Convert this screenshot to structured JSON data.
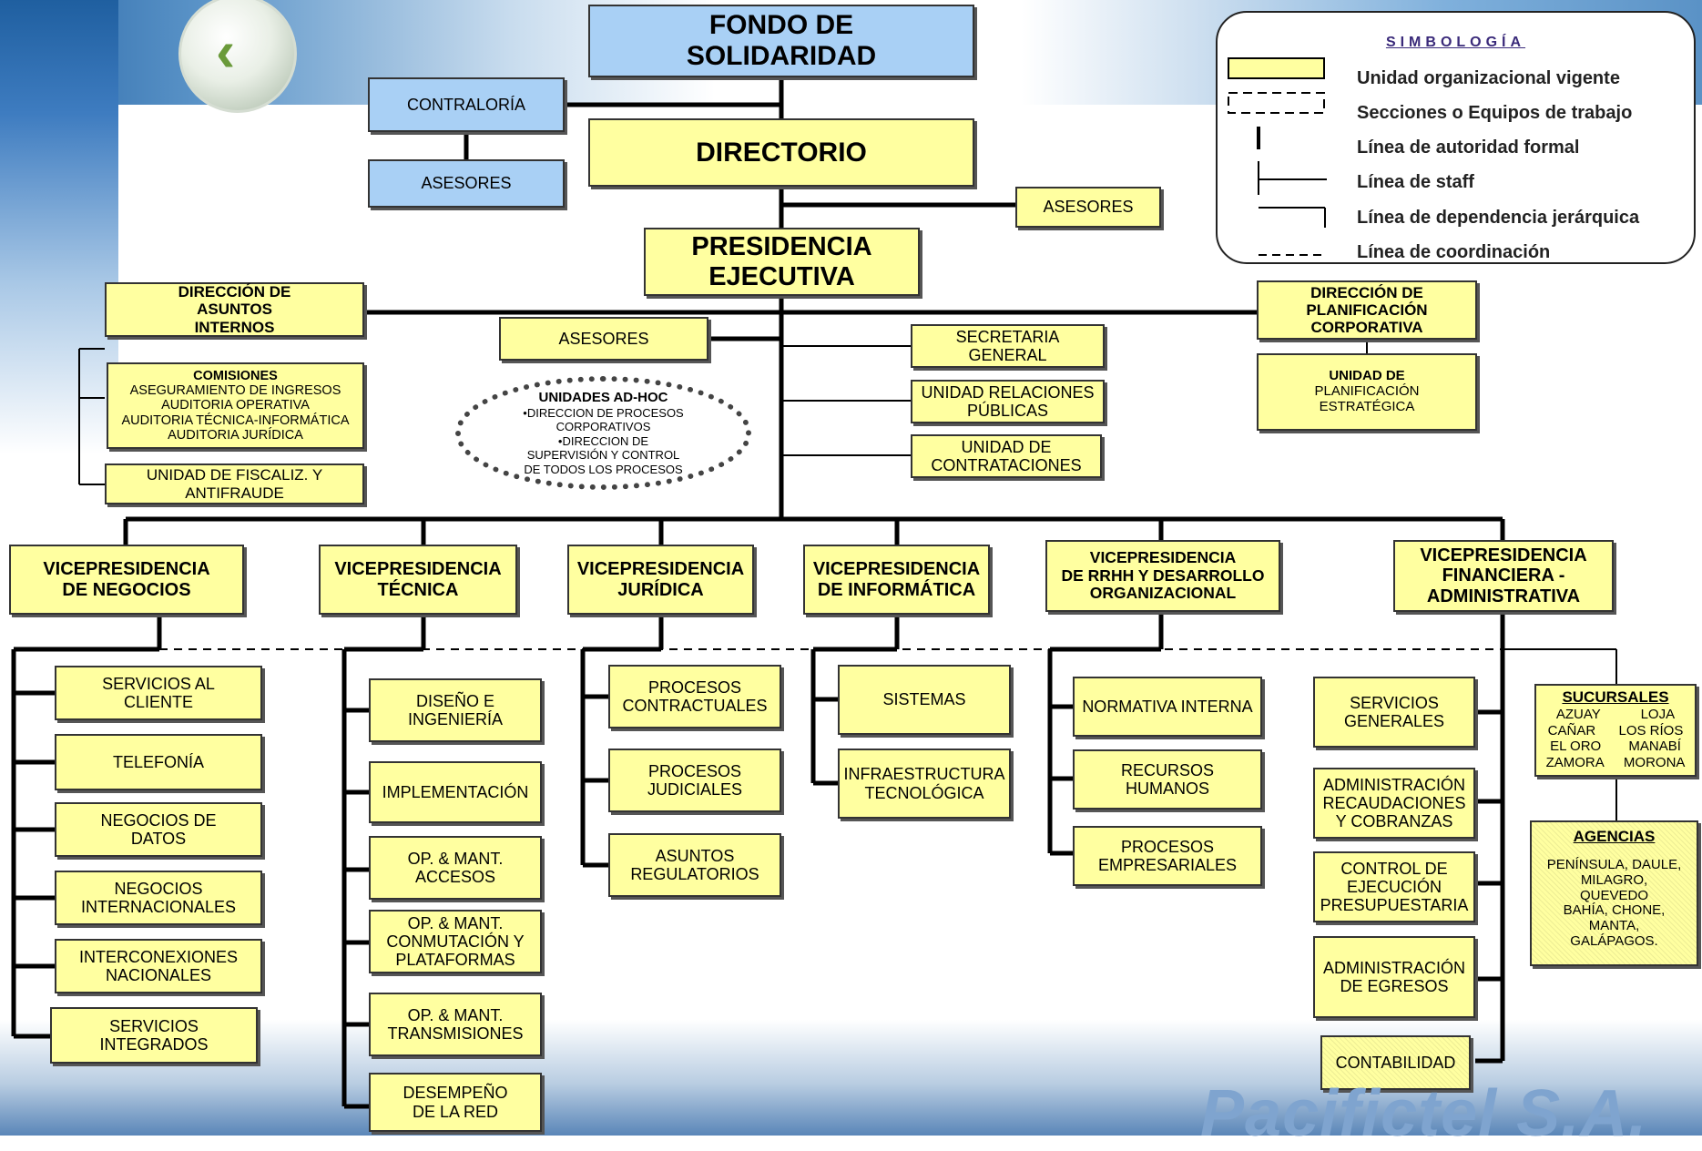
{
  "nav": {
    "back_icon": "back-arrow-icon"
  },
  "legend": {
    "title": "SIMBOLOGÍA",
    "items": [
      "Unidad organizacional vigente",
      "Secciones o Equipos de trabajo",
      "Línea de autoridad formal",
      "Línea de staff",
      "Línea de dependencia jerárquica",
      "Línea de coordinación"
    ]
  },
  "top": {
    "fondo": [
      "FONDO DE",
      "SOLIDARIDAD"
    ],
    "contraloria": "CONTRALORÍA",
    "asesores_left": "ASESORES",
    "directorio": "DIRECTORIO",
    "asesores_right": "ASESORES",
    "presidencia": [
      "PRESIDENCIA",
      "EJECUTIVA"
    ],
    "asesores_center": "ASESORES"
  },
  "dai": {
    "title": [
      "DIRECCIÓN DE",
      "ASUNTOS",
      "INTERNOS"
    ],
    "comisiones_title": "COMISIONES",
    "comisiones": [
      "ASEGURAMIENTO DE INGRESOS",
      "AUDITORIA OPERATIVA",
      "AUDITORIA TÉCNICA-INFORMÁTICA",
      "AUDITORIA JURÍDICA"
    ],
    "fiscaliz": [
      "UNIDAD DE FISCALIZ.  Y",
      "ANTIFRAUDE"
    ]
  },
  "adhoc": {
    "title": "UNIDADES AD-HOC",
    "lines": [
      "•DIRECCION DE PROCESOS",
      "CORPORATIVOS",
      "•DIRECCION DE",
      "SUPERVISIÓN Y CONTROL",
      "DE TODOS LOS PROCESOS"
    ]
  },
  "staff_right": [
    [
      "SECRETARIA",
      "GENERAL"
    ],
    [
      "UNIDAD RELACIONES",
      "PÚBLICAS"
    ],
    [
      "UNIDAD DE",
      "CONTRATACIONES"
    ]
  ],
  "planif": {
    "title": [
      "DIRECCIÓN DE",
      "PLANIFICACIÓN",
      "CORPORATIVA"
    ],
    "unit_title": "UNIDAD DE",
    "unit_lines": [
      "PLANIFICACIÓN",
      "ESTRATÉGICA"
    ]
  },
  "vps": [
    {
      "lines": [
        "VICEPRESIDENCIA",
        "DE NEGOCIOS"
      ],
      "children": [
        [
          "SERVICIOS AL",
          "CLIENTE"
        ],
        [
          "TELEFONÍA"
        ],
        [
          "NEGOCIOS DE",
          "DATOS"
        ],
        [
          "NEGOCIOS",
          "INTERNACIONALES"
        ],
        [
          "INTERCONEXIONES",
          "NACIONALES"
        ],
        [
          "SERVICIOS",
          "INTEGRADOS"
        ]
      ]
    },
    {
      "lines": [
        "VICEPRESIDENCIA",
        "TÉCNICA"
      ],
      "children": [
        [
          "DISEÑO E",
          "INGENIERÍA"
        ],
        [
          "IMPLEMENTACIÓN"
        ],
        [
          "OP. & MANT.",
          "ACCESOS"
        ],
        [
          "OP. & MANT.",
          "CONMUTACIÓN Y",
          "PLATAFORMAS"
        ],
        [
          "OP. & MANT.",
          "TRANSMISIONES"
        ],
        [
          "DESEMPEÑO",
          "DE LA RED"
        ]
      ]
    },
    {
      "lines": [
        "VICEPRESIDENCIA",
        "JURÍDICA"
      ],
      "children": [
        [
          "PROCESOS",
          "CONTRACTUALES"
        ],
        [
          "PROCESOS",
          "JUDICIALES"
        ],
        [
          "ASUNTOS",
          "REGULATORIOS"
        ]
      ]
    },
    {
      "lines": [
        "VICEPRESIDENCIA",
        "DE INFORMÁTICA"
      ],
      "children": [
        [
          "SISTEMAS"
        ],
        [
          "INFRAESTRUCTURA",
          "TECNOLÓGICA"
        ]
      ]
    },
    {
      "lines": [
        "VICEPRESIDENCIA",
        "DE RRHH Y DESARROLLO",
        "ORGANIZACIONAL"
      ],
      "children": [
        [
          "NORMATIVA INTERNA"
        ],
        [
          "RECURSOS",
          "HUMANOS"
        ],
        [
          "PROCESOS",
          "EMPRESARIALES"
        ]
      ]
    },
    {
      "lines": [
        "VICEPRESIDENCIA",
        "FINANCIERA -",
        "ADMINISTRATIVA"
      ],
      "children": [
        [
          "SERVICIOS",
          "GENERALES"
        ],
        [
          "ADMINISTRACIÓN",
          "RECAUDACIONES",
          "Y COBRANZAS"
        ],
        [
          "CONTROL DE",
          "EJECUCIÓN",
          "PRESUPUESTARIA"
        ],
        [
          "ADMINISTRACIÓN",
          "DE EGRESOS"
        ],
        [
          "CONTABILIDAD"
        ]
      ]
    }
  ],
  "sucursales": {
    "title": "SUCURSALES",
    "rows": [
      [
        "AZUAY",
        "LOJA"
      ],
      [
        "CAÑAR",
        "LOS RÍOS"
      ],
      [
        "EL ORO",
        "MANABÍ"
      ],
      [
        "ZAMORA",
        "MORONA"
      ]
    ]
  },
  "agencias": {
    "title": "AGENCIAS",
    "lines": [
      "PENÍNSULA, DAULE,",
      "MILAGRO,",
      "QUEVEDO",
      "BAHÍA, CHONE,",
      "MANTA,",
      "GALÁPAGOS."
    ]
  },
  "brand": "Pacifictel S.A."
}
